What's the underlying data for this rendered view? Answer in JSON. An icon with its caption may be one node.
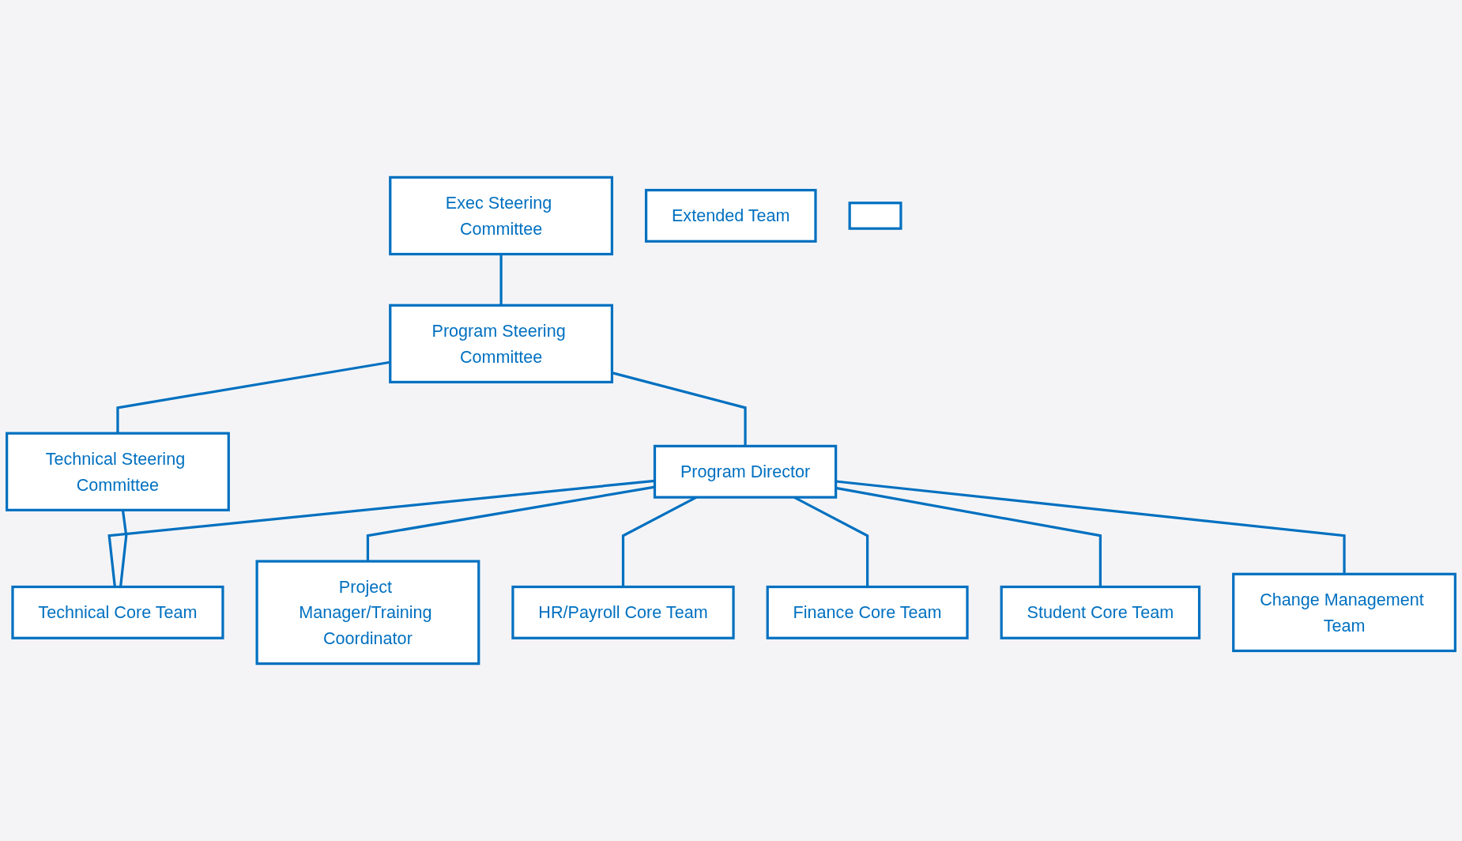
{
  "diagram": {
    "nodes": [
      {
        "text": [
          "Exec Steering Committee"
        ]
      },
      {
        "text": [
          "Program Steering Committee"
        ]
      },
      {
        "text": [
          "Technical Steering Committee"
        ]
      },
      {
        "text": [
          "Program Director"
        ]
      },
      {
        "text": [
          "Project Manager/Training Coordinator"
        ]
      },
      {
        "text": [
          "HR/Payroll Core Team"
        ]
      },
      {
        "text": [
          "Finance Core Team"
        ]
      },
      {
        "text": [
          "Student Core Team"
        ]
      },
      {
        "text": [
          "Change Management Team"
        ]
      },
      {
        "text": [
          "Technical Core Team"
        ]
      },
      {
        "text": [
          "Extended Team"
        ]
      },
      {
        "text": [],
        "shape": "box"
      }
    ],
    "edges": [
      {
        "from": 0,
        "to": 1,
        "arrow": "none"
      },
      {
        "from": 1,
        "to": 2,
        "arrow": "none"
      },
      {
        "from": 1,
        "to": 3,
        "arrow": "none"
      },
      {
        "from": 3,
        "to": 4,
        "arrow": "none"
      },
      {
        "from": 3,
        "to": 5,
        "arrow": "none"
      },
      {
        "from": 3,
        "to": 6,
        "arrow": "none"
      },
      {
        "from": 3,
        "to": 7,
        "arrow": "none"
      },
      {
        "from": 3,
        "to": 8,
        "arrow": "none"
      },
      {
        "from": 3,
        "to": 9,
        "arrow": "none"
      },
      {
        "from": 2,
        "to": 9,
        "arrow": "none"
      }
    ]
  }
}
